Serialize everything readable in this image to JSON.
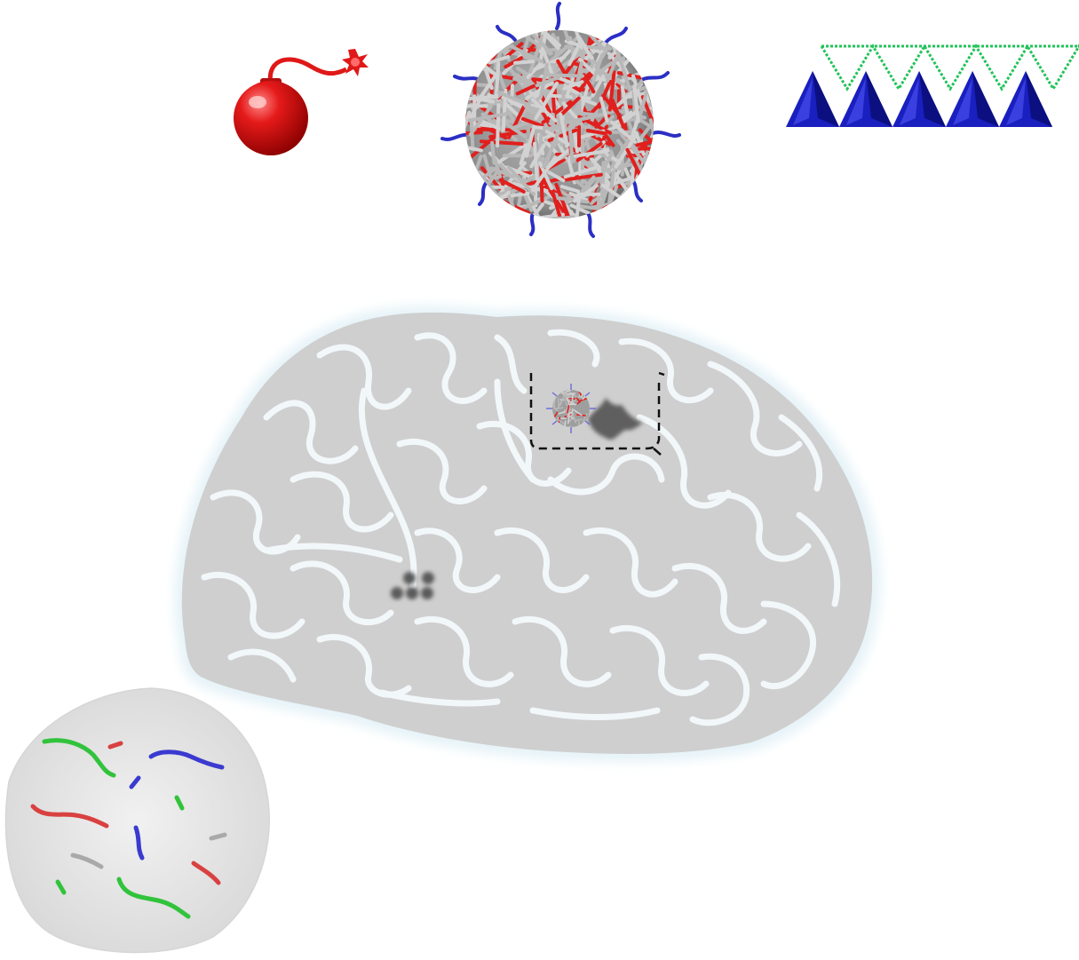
{
  "figure": {
    "components": [
      {
        "id": "bomb",
        "icon": "bomb-icon"
      },
      {
        "id": "nanoparticle",
        "icon": "polymer-nanoparticle-icon"
      },
      {
        "id": "dna-tetrahedra",
        "icon": "dna-tetrahedra-icon"
      },
      {
        "id": "brain",
        "icon": "brain-icon"
      },
      {
        "id": "tumor-callout",
        "icon": "tumor-cell-icon"
      },
      {
        "id": "cell-cluster",
        "icon": "cell-cluster-icon"
      },
      {
        "id": "nucleic-acid-zoom",
        "icon": "nucleic-acid-strands-icon"
      }
    ],
    "colors": {
      "bomb_red": "#e01818",
      "polymer_gray": "#9a9a9a",
      "polymer_red": "#e0201e",
      "ligand_blue": "#2b2fc4",
      "tetra_blue": "#1a1fbf",
      "dna_green": "#22c35a",
      "brain_gray": "#cfcfcf",
      "brain_glow": "#e6f3f8",
      "tumor_dark": "#5e5e5e",
      "strand_green": "#31c33b",
      "strand_red": "#d94141",
      "strand_blue": "#3a3ad0",
      "strand_gray": "#a9a9a9"
    }
  }
}
